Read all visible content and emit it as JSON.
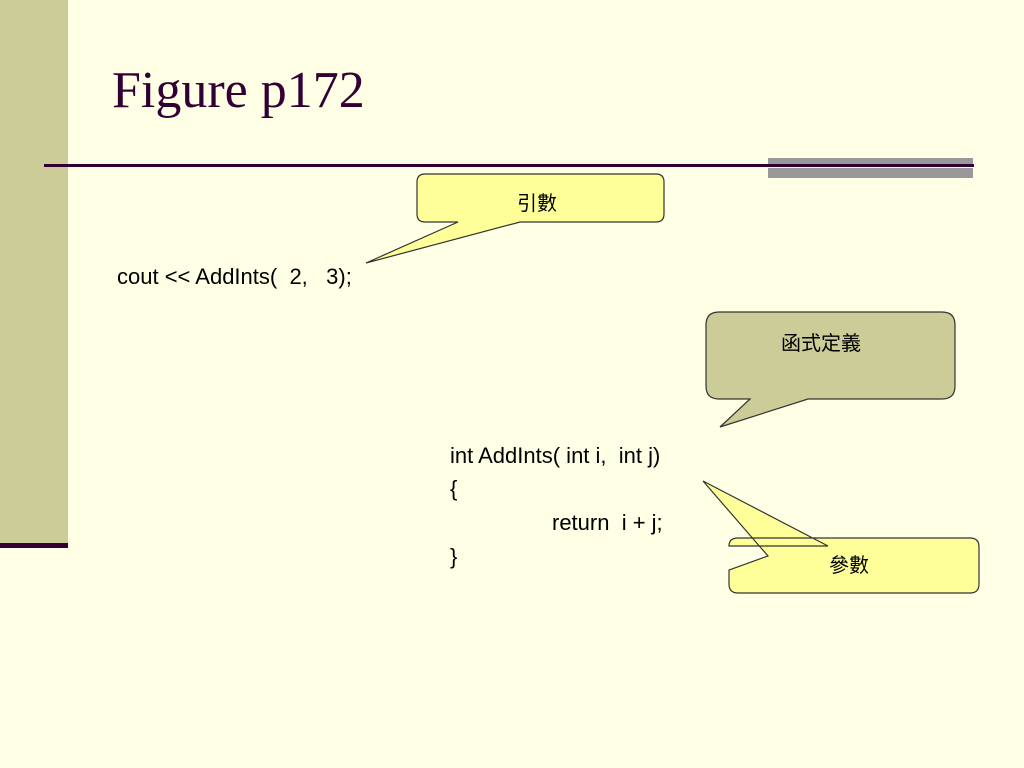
{
  "slide": {
    "title": "Figure p172"
  },
  "code": {
    "call_line": "cout << AddInts(  2,   3);",
    "def_line1": "int AddInts( int i,  int j)",
    "def_line2": "{",
    "def_line3": "return  i + j;",
    "def_line4": "}"
  },
  "callouts": {
    "arguments_label": "引數",
    "definition_label": "函式定義",
    "parameters_label": "參數"
  },
  "colors": {
    "background": "#FFFFE5",
    "left_band": "#CCCC99",
    "title_text": "#330033",
    "bubble_yellow": "#FFFF99",
    "bubble_olive": "#CCCC99",
    "accent_bar": "#999999"
  }
}
